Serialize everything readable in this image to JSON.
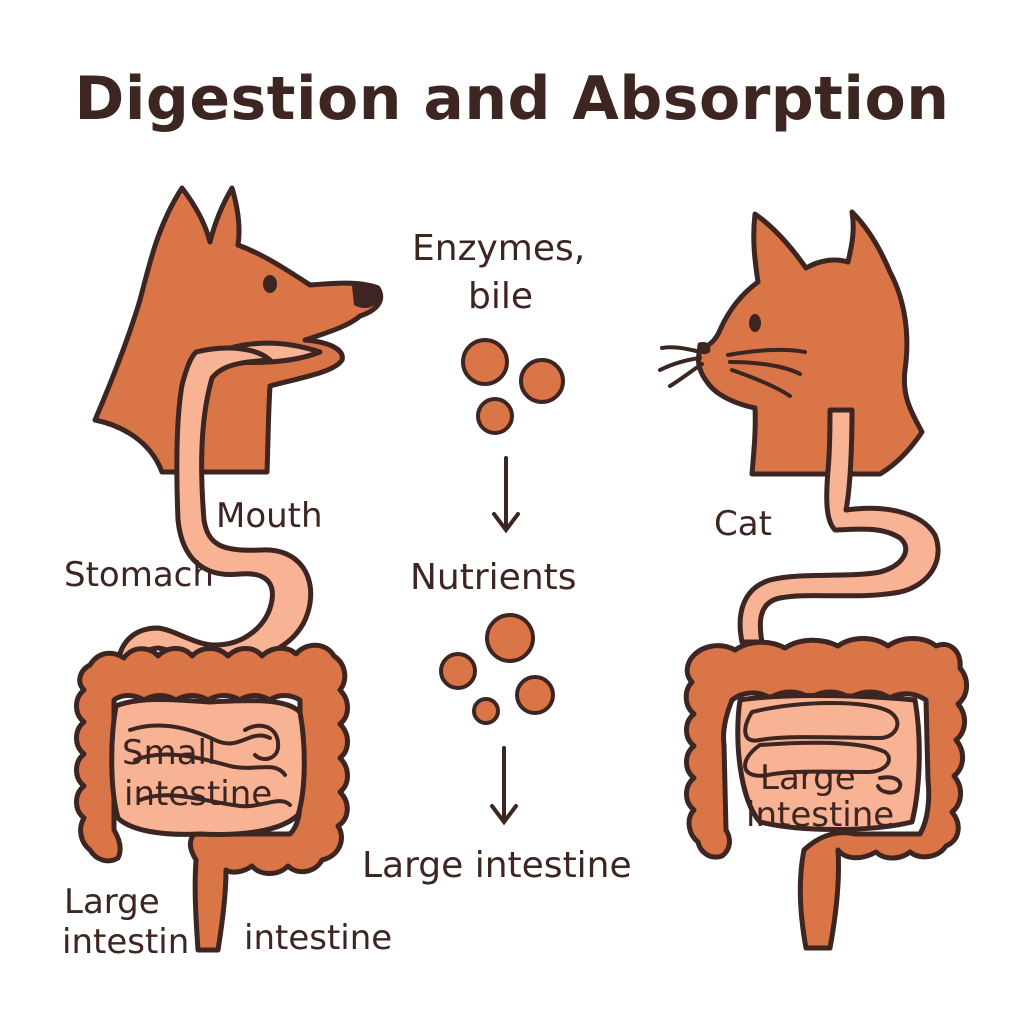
{
  "title": "Digestion and Absorption",
  "colors": {
    "outline": "#3d2522",
    "animal_fur": "#d97547",
    "tract_light": "#f7b393",
    "particle": "#d97547",
    "background": "#ffffff"
  },
  "dog": {
    "icon": "dog-head-icon",
    "labels": {
      "mouth": "Mouth",
      "stomach": "Stomach",
      "small_intestine_line1": "Small",
      "small_intestine_line2": "intestine",
      "large_intestine_line1": "Large",
      "large_intestine_line2": "intestin",
      "intestine": "intestine"
    }
  },
  "middle": {
    "enzymes_line1": "Enzymes,",
    "enzymes_line2": "bile",
    "nutrients": "Nutrients",
    "large_intestine": "Large intestine"
  },
  "cat": {
    "icon": "cat-head-icon",
    "labels": {
      "cat": "Cat",
      "large_intestine_line1": "Large",
      "large_intestine_line2": "intestine"
    }
  }
}
